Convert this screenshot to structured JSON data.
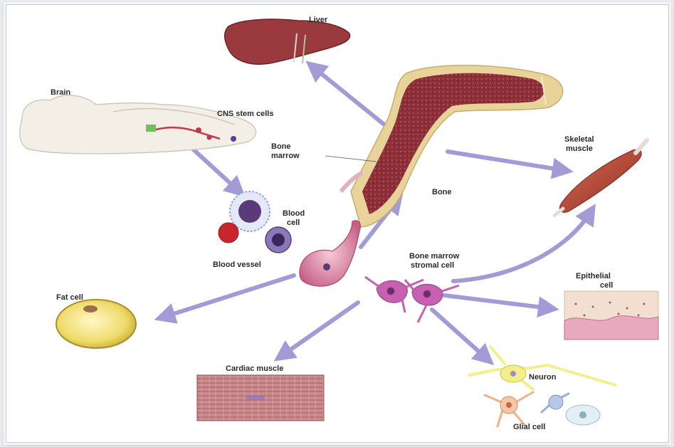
{
  "labels": {
    "liver": "Liver",
    "brain": "Brain",
    "cns_stem_cells": "CNS stem cells",
    "bone_marrow_line1": "Bone",
    "bone_marrow_line2": "marrow",
    "bone": "Bone",
    "skeletal_line1": "Skeletal",
    "skeletal_line2": "muscle",
    "blood_cell_line1": "Blood",
    "blood_cell_line2": "cell",
    "blood_vessel": "Blood vessel",
    "stromal_line1": "Bone marrow",
    "stromal_line2": "stromal cell",
    "epithelial_line1": "Epithelial",
    "epithelial_line2": "cell",
    "fat_cell": "Fat cell",
    "cardiac_muscle": "Cardiac muscle",
    "neuron": "Neuron",
    "glial_cell": "Glial cell"
  },
  "colors": {
    "arrow": "#a39bd6",
    "liver": "#9a3a3e",
    "bone_outer": "#e8d49a",
    "marrow": "#8c2f36",
    "muscle": "#b84a3a",
    "fat": "#f1e07a",
    "epithelium": "#e7a9be",
    "neuron": "#f4ef8a"
  }
}
